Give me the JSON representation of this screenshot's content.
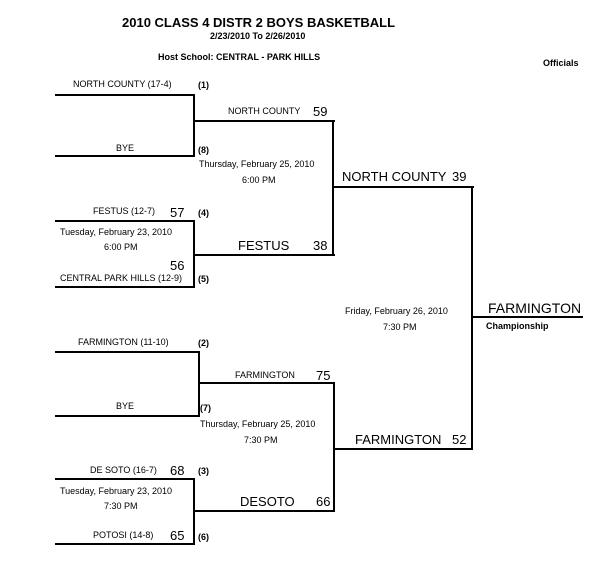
{
  "header": {
    "title": "2010 CLASS 4 DISTR 2 BOYS BASKETBALL",
    "dates": "2/23/2010 To 2/26/2010",
    "host": "Host School:  CENTRAL - PARK HILLS",
    "officials": "Officials"
  },
  "round1": [
    {
      "team": "NORTH COUNTY (17-4)",
      "seed": "(1)"
    },
    {
      "team": "BYE",
      "seed": "(8)"
    },
    {
      "team": "FESTUS (12-7)",
      "seed": "(4)",
      "score": "57"
    },
    {
      "team": "CENTRAL PARK HILLS (12-9)",
      "seed": "(5)",
      "score": "56"
    },
    {
      "team": "FARMINGTON (11-10)",
      "seed": "(2)"
    },
    {
      "team": "BYE",
      "seed": "(7)"
    },
    {
      "team": "DE SOTO (16-7)",
      "seed": "(3)",
      "score": "68"
    },
    {
      "team": "POTOSI (14-8)",
      "seed": "(6)",
      "score": "65"
    }
  ],
  "round1_games": [
    {
      "date": "Tuesday, February 23, 2010",
      "time": "6:00 PM"
    },
    {
      "date": "Tuesday, February 23, 2010",
      "time": "7:30 PM"
    }
  ],
  "semis": [
    {
      "team": "NORTH COUNTY",
      "score": "59"
    },
    {
      "team": "FESTUS",
      "score": "38"
    },
    {
      "team": "FARMINGTON",
      "score": "75"
    },
    {
      "team": "DESOTO",
      "score": "66"
    }
  ],
  "semi_games": [
    {
      "date": "Thursday, February 25, 2010",
      "time": "6:00 PM"
    },
    {
      "date": "Thursday, February 25, 2010",
      "time": "7:30 PM"
    }
  ],
  "finals": [
    {
      "team": "NORTH COUNTY",
      "score": "39"
    },
    {
      "team": "FARMINGTON",
      "score": "52"
    }
  ],
  "final_game": {
    "date": "Friday, February 26, 2010",
    "time": "7:30 PM"
  },
  "champion": {
    "team": "FARMINGTON",
    "label": "Championship"
  }
}
